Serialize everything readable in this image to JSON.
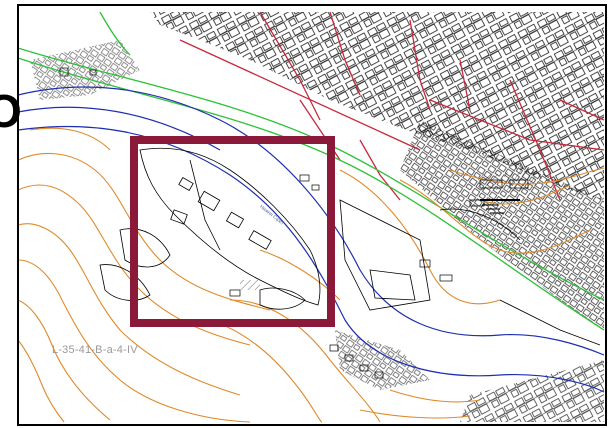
{
  "map": {
    "sheet_label": "L-35-41-B-a-4-IV",
    "river_label": "Нижня Сірет",
    "edge_glyph": "О"
  },
  "colors": {
    "background": "#ffffff",
    "frame": "#000000",
    "highlight": "#8b1a3a",
    "contour": "#e08a2c",
    "river": "#1f2fb0",
    "road_green": "#2ec23a",
    "street_red": "#c8283c",
    "building": "#000000"
  }
}
